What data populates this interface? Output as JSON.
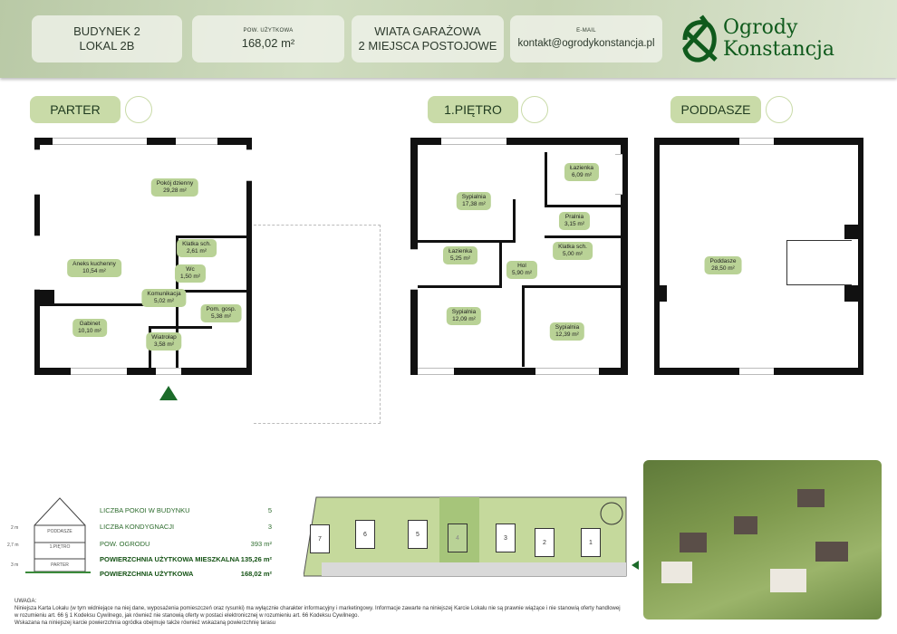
{
  "header": {
    "building": "BUDYNEK 2",
    "unit": "LOKAL 2B",
    "area_label": "POW. UŻYTKOWA",
    "area_value": "168,02 m²",
    "garage_line1": "WIATA GARAŻOWA",
    "garage_line2": "2 MIEJSCA POSTOJOWE",
    "email_label": "E-MAIL",
    "email_value": "kontakt@ogrodykonstancja.pl",
    "logo_line1": "Ogrody",
    "logo_line2": "Konstancja"
  },
  "floors": [
    {
      "name": "PARTER",
      "rooms": [
        {
          "name": "Pokój dzienny",
          "area": "29,28 m²"
        },
        {
          "name": "Klatka sch.",
          "area": "2,61 m²"
        },
        {
          "name": "Wc",
          "area": "1,50 m²"
        },
        {
          "name": "Aneks kuchenny",
          "area": "10,54 m²"
        },
        {
          "name": "Komunikacja",
          "area": "5,02 m²"
        },
        {
          "name": "Pom. gosp.",
          "area": "5,38 m²"
        },
        {
          "name": "Gabinet",
          "area": "10,10 m²"
        },
        {
          "name": "Wiatrołap",
          "area": "3,58 m²"
        }
      ]
    },
    {
      "name": "1.PIĘTRO",
      "rooms": [
        {
          "name": "Sypialnia",
          "area": "17,38 m²"
        },
        {
          "name": "Łazienka",
          "area": "6,09 m²"
        },
        {
          "name": "Pralnia",
          "area": "3,15 m²"
        },
        {
          "name": "Łazienka",
          "area": "5,25 m²"
        },
        {
          "name": "Klatka sch.",
          "area": "5,00 m²"
        },
        {
          "name": "Hol",
          "area": "5,90 m²"
        },
        {
          "name": "Sypialnia",
          "area": "12,09 m²"
        },
        {
          "name": "Sypialnia",
          "area": "12,39 m²"
        }
      ]
    },
    {
      "name": "PODDASZE",
      "rooms": [
        {
          "name": "Poddasze",
          "area": "28,50 m²"
        }
      ]
    }
  ],
  "section": {
    "levels": [
      "PODDASZE",
      "1.PIĘTRO",
      "PARTER"
    ],
    "heights": [
      "2 m",
      "2,7 m",
      "3 m"
    ]
  },
  "stats": [
    {
      "label": "LICZBA POKOI W BUDYNKU",
      "value": "5"
    },
    {
      "label": "LICZBA KONDYGNACJI",
      "value": "3"
    },
    {
      "label": "POW. OGRODU",
      "value": "393 m²"
    },
    {
      "label": "POWIERZCHNIA UŻYTKOWA MIESZKALNA",
      "value": "135,26 m²"
    },
    {
      "label": "POWIERZCHNIA UŻYTKOWA",
      "value": "168,02 m²"
    }
  ],
  "site": {
    "units": [
      "7",
      "6",
      "5",
      "4",
      "3",
      "2",
      "1"
    ],
    "highlight": "4"
  },
  "note": {
    "title": "UWAGA:",
    "line1": "Niniejsza Karta Lokalu (w tym widniejące na niej dane, wyposażenia pomieszczeń oraz rysunki) ma wyłącznie charakter informacyjny i marketingowy. Informacje zawarte na niniejszej Karcie Lokalu nie są prawnie wiążące i nie stanowią oferty handlowej w rozumieniu art. 66 § 1 Kodeksu Cywilnego, jak również nie stanowią oferty w postaci elektronicznej w rozumieniu art. 66 Kodeksu Cywilnego.",
    "line2": "Wskazana na niniejszej karcie powierzchnia ogródka obejmuje także również wskazaną powierzchnię tarasu"
  },
  "colors": {
    "accent": "#c9dba8",
    "room": "#b9d296",
    "dark": "#145214"
  }
}
